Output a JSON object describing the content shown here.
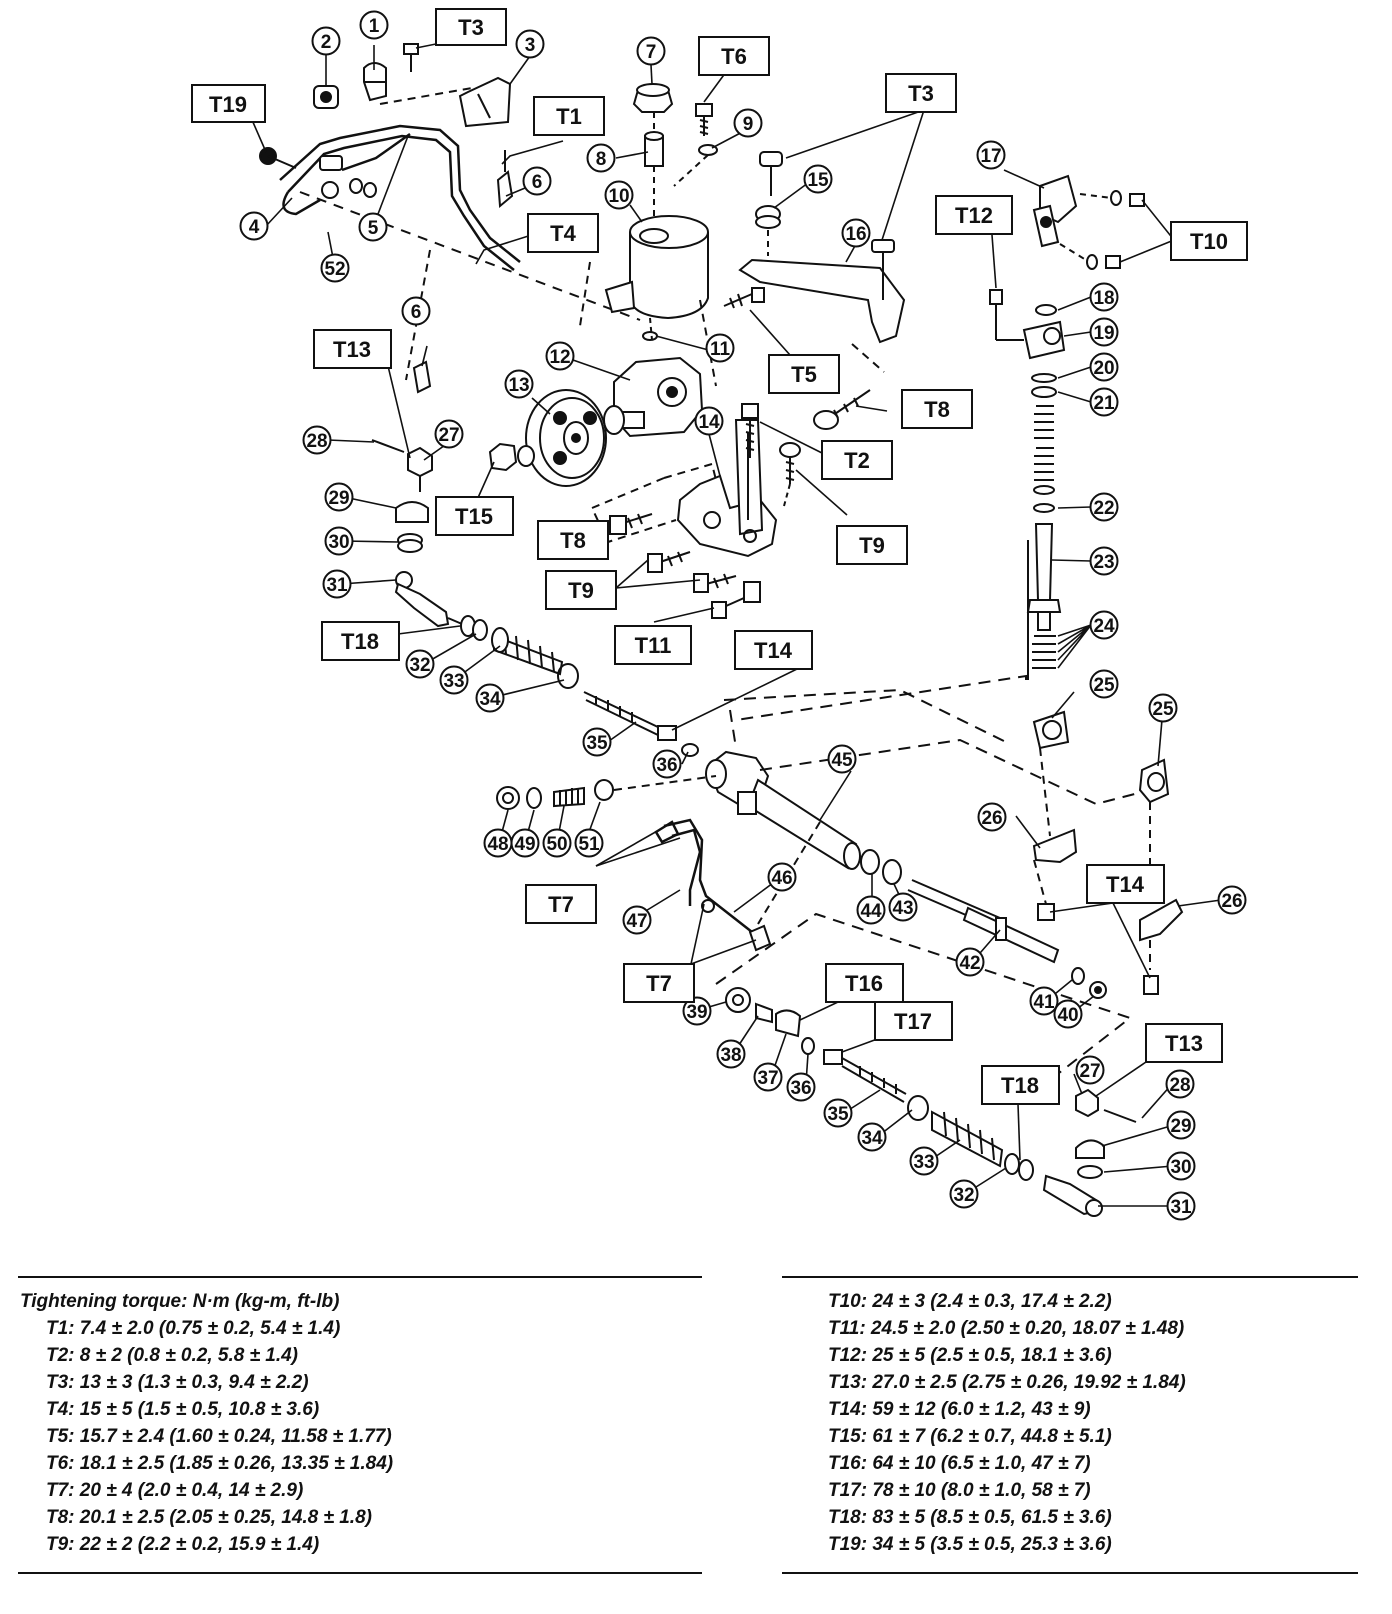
{
  "callouts": [
    "1",
    "2",
    "3",
    "4",
    "5",
    "6",
    "6",
    "7",
    "8",
    "9",
    "10",
    "11",
    "12",
    "13",
    "14",
    "15",
    "16",
    "17",
    "18",
    "19",
    "20",
    "21",
    "22",
    "23",
    "24",
    "25",
    "25",
    "26",
    "26",
    "27",
    "27",
    "28",
    "28",
    "29",
    "29",
    "30",
    "30",
    "31",
    "31",
    "32",
    "32",
    "33",
    "33",
    "34",
    "34",
    "35",
    "35",
    "36",
    "36",
    "37",
    "38",
    "39",
    "40",
    "41",
    "42",
    "43",
    "44",
    "45",
    "46",
    "47",
    "48",
    "49",
    "50",
    "51",
    "52"
  ],
  "torque_boxes": [
    "T3",
    "T19",
    "T1",
    "T6",
    "T3",
    "T4",
    "T12",
    "T10",
    "T13",
    "T5",
    "T8",
    "T2",
    "T15",
    "T8",
    "T9",
    "T9",
    "T11",
    "T14",
    "T18",
    "T14",
    "T7",
    "T7",
    "T16",
    "T17",
    "T13",
    "T18"
  ],
  "legend": {
    "heading": "Tightening torque: N·m (kg-m, ft-lb)",
    "left": [
      "T1: 7.4 ± 2.0 (0.75 ± 0.2, 5.4 ± 1.4)",
      "T2: 8 ± 2 (0.8 ± 0.2, 5.8 ± 1.4)",
      "T3: 13 ± 3 (1.3 ± 0.3, 9.4 ± 2.2)",
      "T4: 15 ± 5 (1.5 ± 0.5, 10.8 ± 3.6)",
      "T5: 15.7 ± 2.4 (1.60 ± 0.24, 11.58 ± 1.77)",
      "T6: 18.1 ± 2.5 (1.85 ± 0.26, 13.35 ± 1.84)",
      "T7: 20 ± 4 (2.0 ± 0.4, 14 ± 2.9)",
      "T8: 20.1 ± 2.5 (2.05 ± 0.25, 14.8 ± 1.8)",
      "T9: 22 ± 2 (2.2 ± 0.2, 15.9 ± 1.4)"
    ],
    "right": [
      "T10: 24 ± 3 (2.4 ± 0.3, 17.4 ± 2.2)",
      "T11: 24.5 ± 2.0 (2.50 ± 0.20, 18.07 ± 1.48)",
      "T12: 25 ± 5 (2.5 ± 0.5, 18.1 ± 3.6)",
      "T13: 27.0 ± 2.5 (2.75 ± 0.26, 19.92 ± 1.84)",
      "T14: 59 ± 12 (6.0 ± 1.2, 43 ± 9)",
      "T15: 61 ± 7 (6.2 ± 0.7, 44.8 ± 5.1)",
      "T16: 64 ± 10 (6.5 ± 1.0, 47 ± 7)",
      "T17: 78 ± 10 (8.0 ± 1.0, 58 ± 7)",
      "T18: 83 ± 5 (8.5 ± 0.5, 61.5 ± 3.6)",
      "T19: 34 ± 5 (3.5 ± 0.5, 25.3 ± 3.6)"
    ]
  }
}
